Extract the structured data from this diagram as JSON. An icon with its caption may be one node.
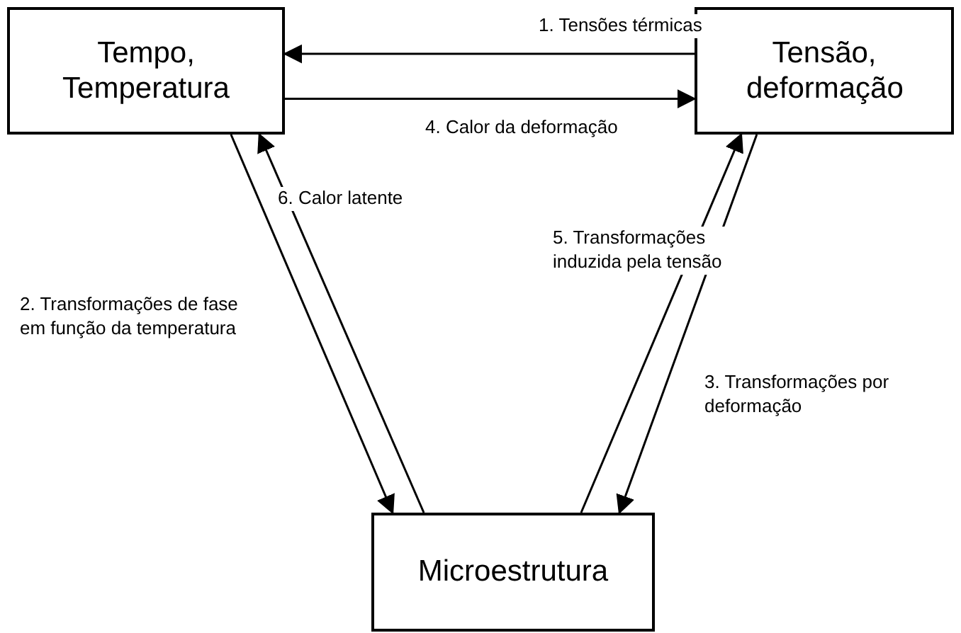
{
  "diagram": {
    "nodes": [
      {
        "text": [
          "Tempo, Temperatura"
        ]
      },
      {
        "text": [
          "Tensão, deformação"
        ]
      },
      {
        "text": [
          "Microestrutura"
        ]
      }
    ],
    "edges": [
      {
        "from": 1,
        "to": 0,
        "arrow": "to",
        "label": "1. Tensões térmicas"
      },
      {
        "from": 0,
        "to": 2,
        "arrow": "to",
        "label": "2. Transformações de fase em função da temperatura"
      },
      {
        "from": 1,
        "to": 2,
        "arrow": "to",
        "label": "3. Transformações por deformação"
      },
      {
        "from": 0,
        "to": 1,
        "arrow": "to",
        "label": "4. Calor da deformação"
      },
      {
        "from": 2,
        "to": 1,
        "arrow": "to",
        "label": "5. Transformações induzida pela tensão"
      },
      {
        "from": 2,
        "to": 0,
        "arrow": "to",
        "label": "6. Calor latente"
      }
    ]
  }
}
